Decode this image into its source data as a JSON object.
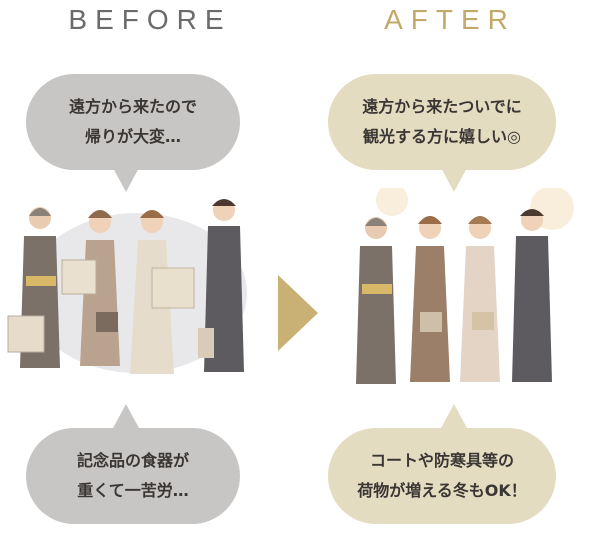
{
  "before": {
    "heading": "BEFORE",
    "top_bubble_text": "遠方から来たので\n帰りが大変…",
    "bottom_bubble_text": "記念品の食器が\n重くて一苦労…"
  },
  "after": {
    "heading": "AFTER",
    "top_bubble_text": "遠方から来たついでに\n観光する方に嬉しい◎",
    "bottom_bubble_text": "コートや防寒具等の\n荷物が増える冬もOK！"
  },
  "colors": {
    "before_heading": "#6b6b6b",
    "before_bubble": "#c8c6c4",
    "after_heading": "#c2a968",
    "after_bubble": "#e4dcc0",
    "arrow": "#c9b175",
    "text": "#3a3634"
  },
  "icons": {
    "arrow": "chevron-right-triangle",
    "before_scene": "family-with-bags-illustration",
    "after_scene": "family-hands-free-illustration"
  }
}
